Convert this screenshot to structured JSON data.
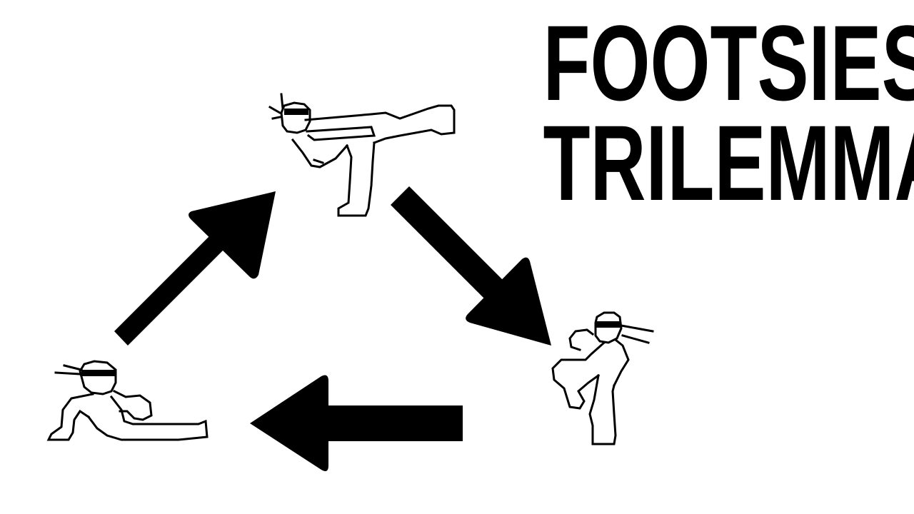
{
  "title": {
    "line1": "FOOTSIES",
    "line2": "TRILEMMA"
  },
  "diagram": {
    "nodes": [
      {
        "name": "high-kick-fighter"
      },
      {
        "name": "knee-fighter"
      },
      {
        "name": "crouching-fighter"
      }
    ],
    "arrows": [
      {
        "from": "crouching-fighter",
        "to": "high-kick-fighter"
      },
      {
        "from": "high-kick-fighter",
        "to": "knee-fighter"
      },
      {
        "from": "knee-fighter",
        "to": "crouching-fighter"
      }
    ],
    "colors": {
      "ink": "#000000",
      "background": "#ffffff"
    }
  }
}
